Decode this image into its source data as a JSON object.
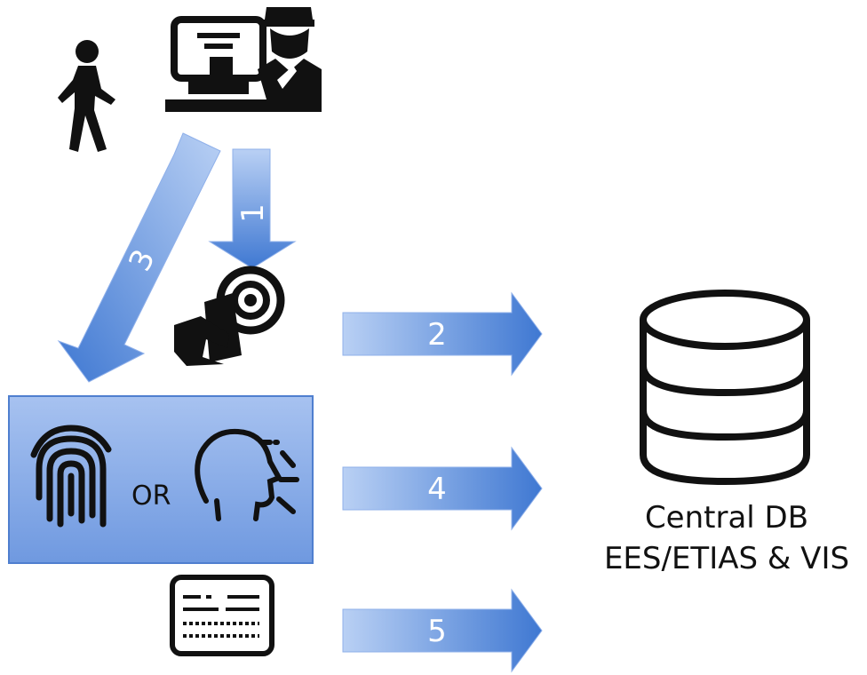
{
  "steps": {
    "step1": "1",
    "step2": "2",
    "step3": "3",
    "step4": "4",
    "step5": "5"
  },
  "biometric_box": {
    "or_text": "OR"
  },
  "database": {
    "line1": "Central DB",
    "line2": "EES/ETIAS & VIS"
  },
  "colors": {
    "arrow_light": "#a9c4f0",
    "arrow_dark": "#4a7fd4",
    "box_fill": "#7fa6e6",
    "icon": "#111111"
  },
  "icons": [
    "traveller-icon",
    "border-guard-desk-icon",
    "document-scan-icon",
    "fingerprint-icon",
    "face-recognition-icon",
    "passport-document-icon",
    "database-icon"
  ]
}
